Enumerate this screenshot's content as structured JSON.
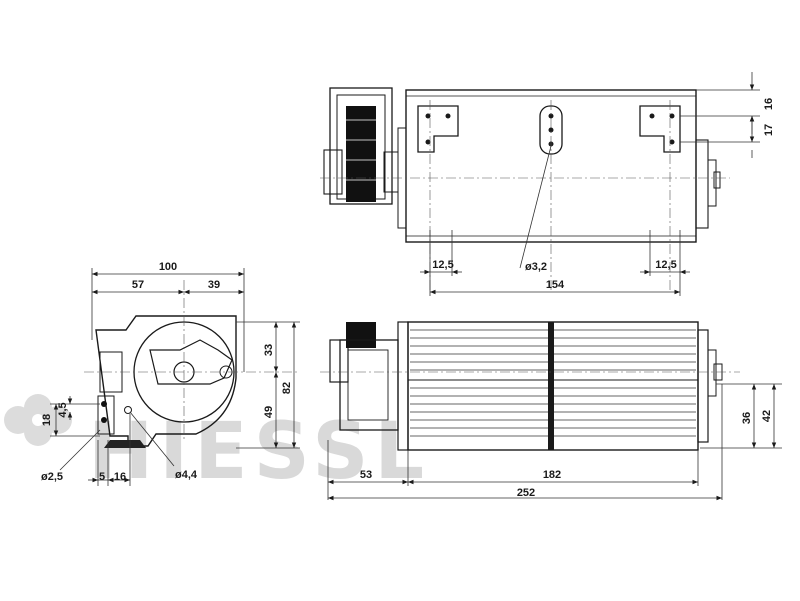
{
  "watermark": {
    "text": "HIESSL",
    "color": "#d9d9d9"
  },
  "dimensions": {
    "top_view": {
      "d16": "16",
      "d17": "17",
      "d12_5_left": "12,5",
      "d12_5_right": "12,5",
      "hole_dia": "ø3,2",
      "d154": "154"
    },
    "side_view": {
      "d100": "100",
      "d57": "57",
      "d39": "39",
      "d33": "33",
      "d82": "82",
      "d49": "49",
      "d18": "18",
      "d4_5": "4,5",
      "d2_5": "ø2,5",
      "d5": "5",
      "d16": "16",
      "d4_4": "ø4,4"
    },
    "front_view": {
      "d36": "36",
      "d42": "42",
      "d53": "53",
      "d182": "182",
      "d252": "252"
    }
  },
  "colors": {
    "line": "#1a1a1a",
    "background": "#ffffff"
  }
}
